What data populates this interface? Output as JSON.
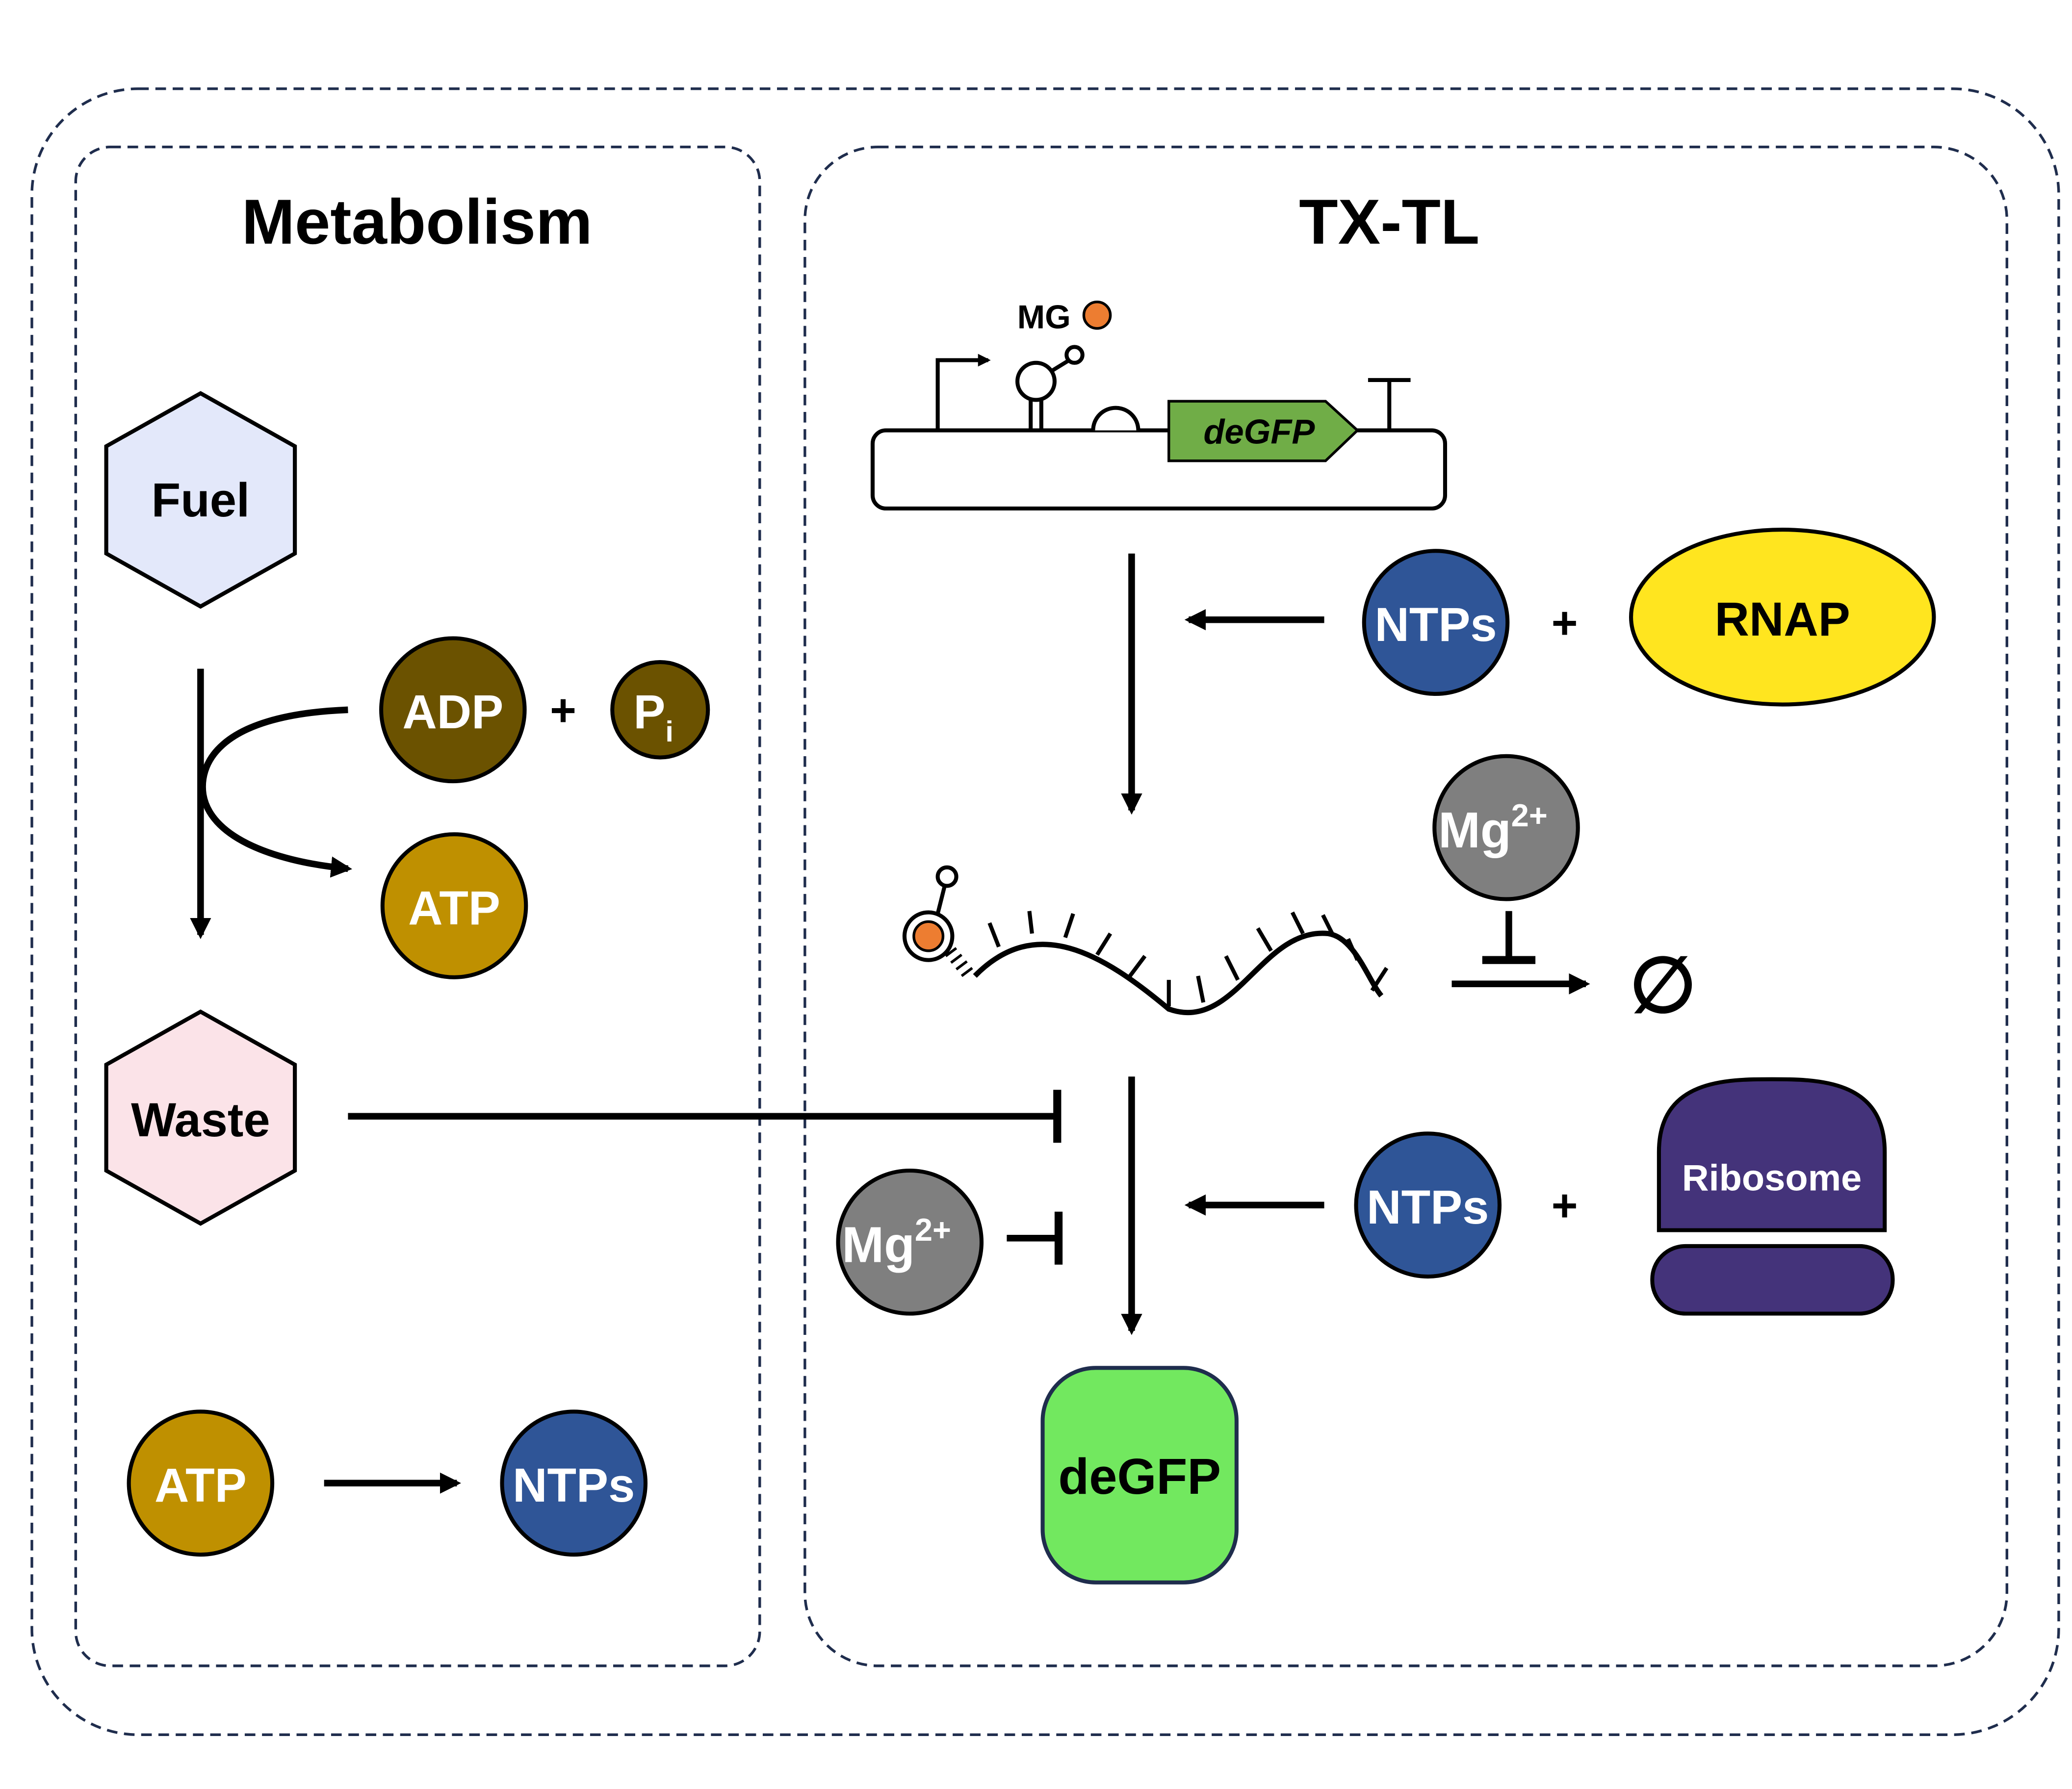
{
  "panels": {
    "metabolism": {
      "title": "Metabolism"
    },
    "txtl": {
      "title": "TX-TL"
    }
  },
  "metabolism": {
    "fuel": "Fuel",
    "waste": "Waste",
    "adp": "ADP",
    "plus_adp_pi": "+",
    "pi_main": "P",
    "pi_sub": "i",
    "atp_product": "ATP",
    "atp_source": "ATP",
    "ntps_product": "NTPs"
  },
  "txtl": {
    "mg_label": "MG",
    "gene": "deGFP",
    "ntps_transcription": "NTPs",
    "plus_rnap": "+",
    "rnap": "RNAP",
    "mg2_degradation": {
      "base": "Mg",
      "charge": "2+"
    },
    "degradation_symbol": "∅",
    "mg2_translation": {
      "base": "Mg",
      "charge": "2+"
    },
    "ntps_translation": "NTPs",
    "plus_ribosome": "+",
    "ribosome": "Ribosome",
    "protein": "deGFP"
  },
  "colors": {
    "fuel_fill": "#e3e8fa",
    "waste_fill": "#fbe3e8",
    "adp_fill": "#6b5200",
    "atp_fill": "#bf9000",
    "ntps_fill": "#2f5597",
    "rnap_fill": "#ffe51f",
    "mg_fill": "#7f7f7f",
    "ribosome_fill": "#44337a",
    "protein_fill": "#72e85f",
    "gene_fill": "#70ad47",
    "mg_dye": "#ed7d31",
    "frame": "#1f2d4d"
  }
}
